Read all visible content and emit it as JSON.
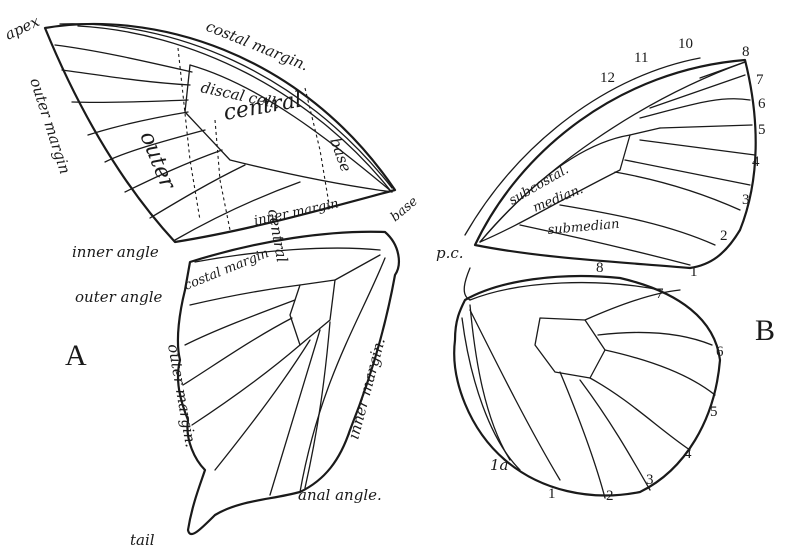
{
  "figure_a": {
    "letter": "A",
    "forewing": {
      "apex": "apex",
      "costal_margin": "costal margin.",
      "outer_margin": "outer margin",
      "discal_cell": "discal cell.",
      "outer": "outer",
      "central": "central",
      "base": "base",
      "inner_margin": "inner margin",
      "inner_angle": "inner angle"
    },
    "hindwing": {
      "costal_margin": "costal margin",
      "outer_angle": "outer angle",
      "outer_margin": "outer margin.",
      "inner_margin": "inner margin.",
      "anal_angle": "anal angle.",
      "tail": "tail",
      "base": "base"
    }
  },
  "figure_b": {
    "letter": "B",
    "forewing": {
      "subcostal": "subcostal.",
      "median": "median.",
      "submedian": "submedian",
      "veins": [
        "1",
        "2",
        "3",
        "4",
        "5",
        "6",
        "7",
        "8",
        "10",
        "11",
        "12"
      ]
    },
    "hindwing": {
      "pc": "p.c.",
      "veins": [
        "1a",
        "1",
        "2",
        "3",
        "4",
        "5",
        "6",
        "7",
        "8"
      ]
    }
  }
}
